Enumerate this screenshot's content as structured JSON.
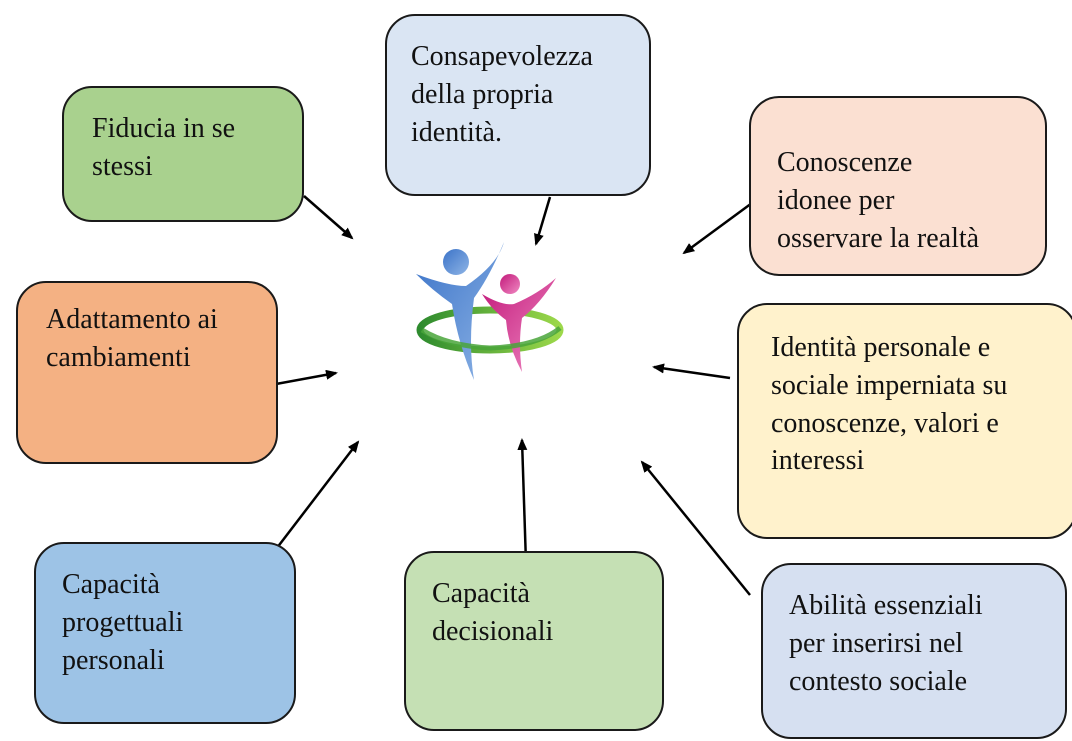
{
  "boxes": {
    "fiducia": "Fiducia in se\nstessi",
    "consapevolezza": "Consapevolezza\ndella propria\nidentità.",
    "conoscenze": "Conoscenze\nidonee per\nosservare la realtà",
    "adattamento": "Adattamento ai\ncambiamenti",
    "identita": "Identità personale e\nsociale imperniata su\nconoscenze, valori e\ninteressi",
    "progettuali": "Capacità\nprogettuali\npersonali",
    "decisionali": "Capacità\ndecisionali",
    "abilita": "Abilità essenziali\nper inserirsi nel\ncontesto sociale"
  },
  "colors": {
    "fiducia": "#a9d18e",
    "consapevolezza": "#dae5f3",
    "conoscenze": "#fbe0d2",
    "adattamento": "#f4b183",
    "identita": "#fff2cc",
    "progettuali": "#9dc3e6",
    "decisionali": "#c5e0b4",
    "abilita": "#d6e0f1"
  },
  "center_icon": "people-figures-logo-icon"
}
